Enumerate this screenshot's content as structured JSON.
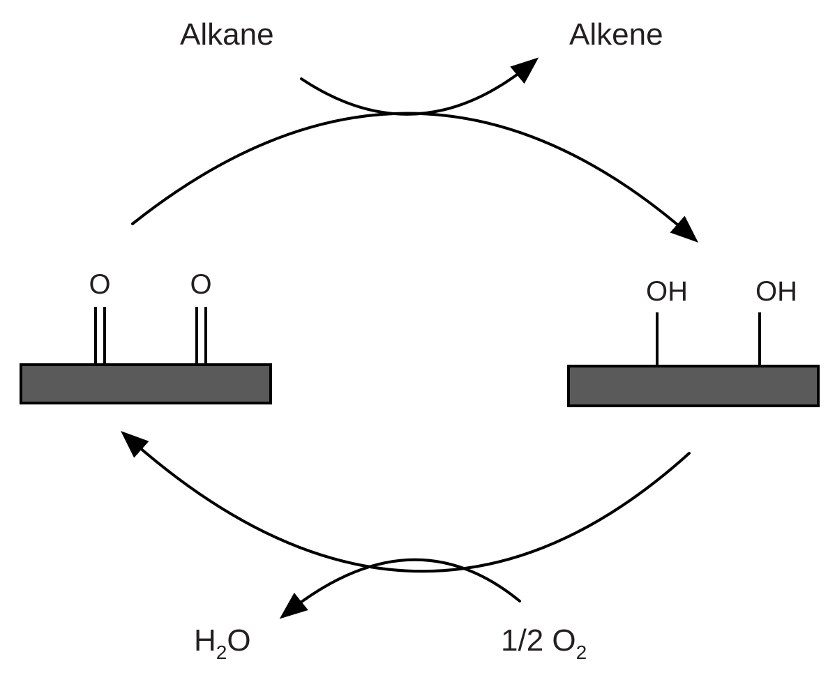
{
  "labels": {
    "alkane": "Alkane",
    "alkene": "Alkene",
    "oxo_left": "O",
    "oxo_right": "O",
    "hydroxyl_left": "OH",
    "hydroxyl_right": "OH",
    "water_h": "H",
    "water_sub": "2",
    "water_o": "O",
    "oxygen_coeff": "1/2 O",
    "oxygen_sub": "2"
  },
  "colors": {
    "surface": "#5a5a5a",
    "stroke": "#000000",
    "text": "#231f20"
  }
}
